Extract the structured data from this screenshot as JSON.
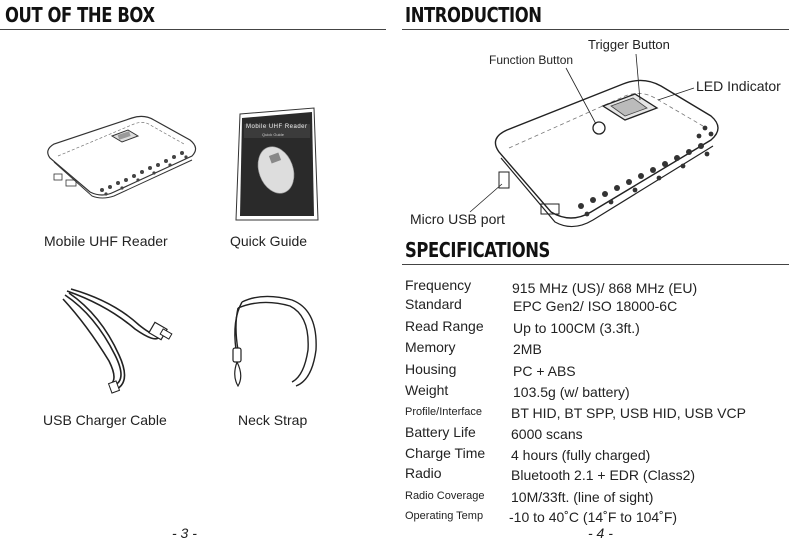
{
  "left_page": {
    "heading": "OUT OF THE BOX",
    "items": [
      {
        "caption": "Mobile UHF Reader"
      },
      {
        "caption": "Quick Guide"
      },
      {
        "caption": "USB Charger Cable"
      },
      {
        "caption": "Neck Strap"
      }
    ],
    "guide_cover_title": "Mobile UHF Reader",
    "guide_cover_subtitle": "Quick Guide",
    "page_number": "- 3 -"
  },
  "right_page": {
    "heading_intro": "INTRODUCTION",
    "callouts": {
      "trigger": "Trigger Button",
      "function": "Function Button",
      "led": "LED Indicator",
      "usb": "Micro USB port"
    },
    "heading_specs": "SPECIFICATIONS",
    "specs": [
      {
        "label": "Frequency",
        "value": "915 MHz (US)/  868 MHz (EU)"
      },
      {
        "label": "Standard",
        "value": "EPC Gen2/ ISO 18000-6C"
      },
      {
        "label": "Read Range",
        "value": "Up to 100CM (3.3ft.)"
      },
      {
        "label": "Memory",
        "value": "2MB"
      },
      {
        "label": "Housing",
        "value": "PC + ABS"
      },
      {
        "label": "Weight",
        "value": "103.5g (w/ battery)"
      },
      {
        "label": "Profile/Interface",
        "value": "BT HID, BT SPP, USB HID, USB VCP"
      },
      {
        "label": "Battery Life",
        "value": "6000 scans"
      },
      {
        "label": "Charge Time",
        "value": "4 hours (fully charged)"
      },
      {
        "label": "Radio",
        "value": "Bluetooth 2.1 + EDR (Class2)"
      },
      {
        "label": "Radio Coverage",
        "value": "10M/33ft. (line of sight)"
      },
      {
        "label": "Operating Temp",
        "value": "-10 to 40˚C (14˚F to 104˚F)"
      }
    ],
    "page_number": "- 4 -"
  }
}
